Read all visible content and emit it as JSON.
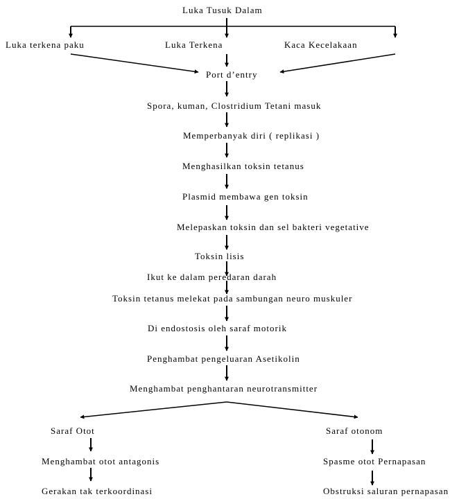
{
  "diagram": {
    "nodes": {
      "luka_tusuk_dalam": "Luka Tusuk Dalam",
      "luka_terkena_paku": "Luka terkena paku",
      "luka_terkena": "Luka Terkena",
      "kaca_kecelakaan": "Kaca Kecelakaan",
      "port_entry": "Port d’entry",
      "spora": "Spora, kuman, Clostridium Tetani masuk",
      "memperbanyak": "Memperbanyak diri ( replikasi )",
      "menghasilkan": "Menghasilkan toksin tetanus",
      "plasmid": "Plasmid membawa gen toksin",
      "melepaskan": "Melepaskan toksin dan sel bakteri vegetative",
      "toksin_lisis": "Toksin lisis",
      "ikut": "Ikut ke dalam peredaran darah",
      "melekat": "Toksin tetanus melekat pada sambungan neuro muskuler",
      "endostosis": "Di endostosis oleh saraf motorik",
      "penghambat": "Penghambat pengeluaran Asetikolin",
      "menghambat_penghantaran": "Menghambat penghantaran neurotransmitter",
      "saraf_otot": "Saraf Otot",
      "saraf_otonom": "Saraf otonom",
      "menghambat_otot": "Menghambat otot antagonis",
      "spasme": "Spasme  otot Pernapasan",
      "gerakan": "Gerakan tak terkoordinasi",
      "obstruksi": "Obstruksi saluran pernapasan"
    },
    "colors": {
      "line": "#000000",
      "text": "#000000",
      "background": "#ffffff"
    }
  }
}
